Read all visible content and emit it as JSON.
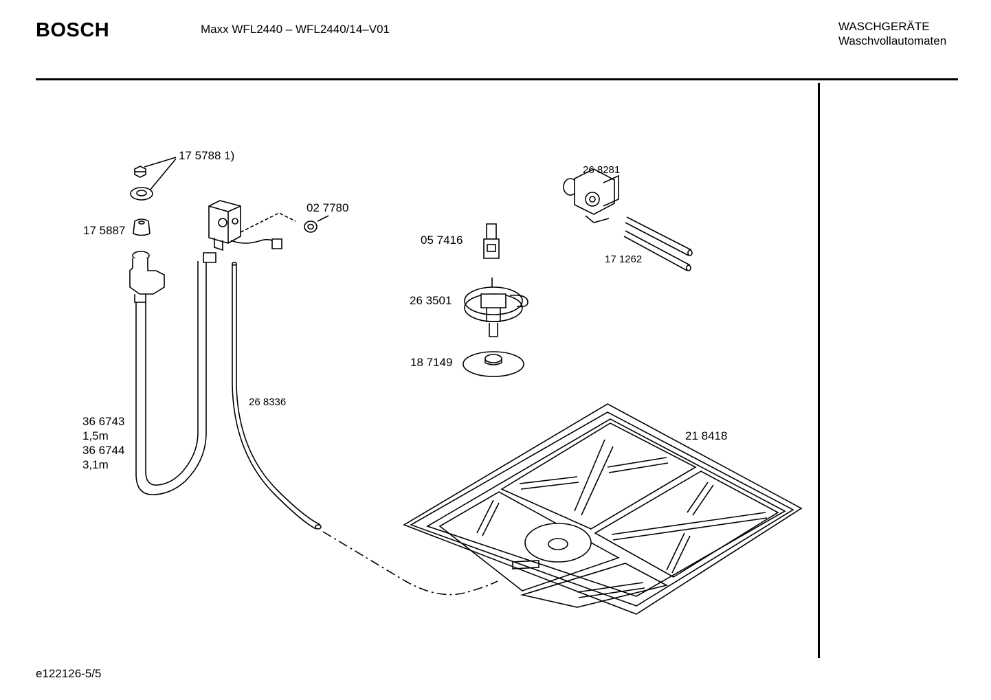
{
  "header": {
    "logo": "BOSCH",
    "model_title": "Maxx WFL2440 – WFL2440/14–V01",
    "category": "WASCHGERÄTE",
    "subcategory": "Waschvollautomaten"
  },
  "footer": {
    "diagram_id": "e122126-5/5"
  },
  "parts": [
    {
      "id": "p1",
      "label": "17 5788 1)"
    },
    {
      "id": "p2",
      "label": "17 5887"
    },
    {
      "id": "p3",
      "label": "02 7780"
    },
    {
      "id": "p4",
      "label": "05 7416"
    },
    {
      "id": "p5",
      "label": "26 8281"
    },
    {
      "id": "p6",
      "label": "17 1262"
    },
    {
      "id": "p7",
      "label": "26 3501"
    },
    {
      "id": "p8",
      "label": "18 7149"
    },
    {
      "id": "p9",
      "label": "26 8336"
    },
    {
      "id": "p10",
      "label": "21 8418"
    },
    {
      "id": "p11a",
      "label": "36 6743"
    },
    {
      "id": "p11b",
      "label": "1,5m"
    },
    {
      "id": "p11c",
      "label": "36 6744"
    },
    {
      "id": "p11d",
      "label": "3,1m"
    }
  ]
}
